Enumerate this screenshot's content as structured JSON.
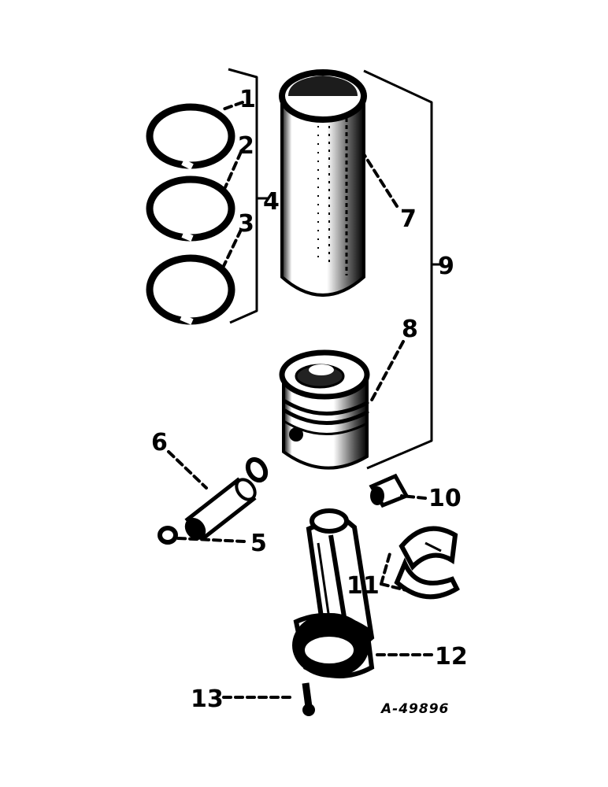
{
  "diagram": {
    "figure_id": "A-49896",
    "callouts": [
      {
        "id": "c1",
        "label": "1",
        "part": "piston-ring-1"
      },
      {
        "id": "c2",
        "label": "2",
        "part": "piston-ring-2"
      },
      {
        "id": "c3",
        "label": "3",
        "part": "piston-ring-3"
      },
      {
        "id": "c4",
        "label": "4",
        "part": "ring-set"
      },
      {
        "id": "c5",
        "label": "5",
        "part": "snap-ring"
      },
      {
        "id": "c6",
        "label": "6",
        "part": "piston-pin"
      },
      {
        "id": "c7",
        "label": "7",
        "part": "cylinder-sleeve"
      },
      {
        "id": "c8",
        "label": "8",
        "part": "piston"
      },
      {
        "id": "c9",
        "label": "9",
        "part": "sleeve-and-piston-assembly"
      },
      {
        "id": "c10",
        "label": "10",
        "part": "pin-bushing"
      },
      {
        "id": "c11",
        "label": "11",
        "part": "bearing-shells"
      },
      {
        "id": "c12",
        "label": "12",
        "part": "connecting-rod"
      },
      {
        "id": "c13",
        "label": "13",
        "part": "rod-bolt"
      }
    ]
  }
}
